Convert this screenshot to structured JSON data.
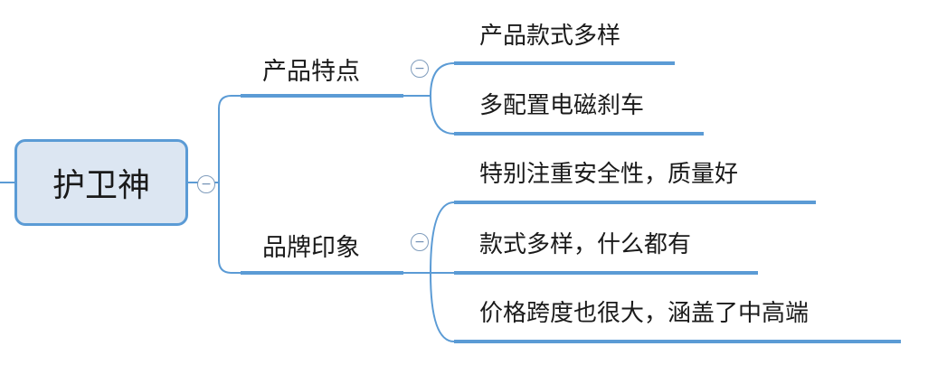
{
  "root": {
    "label": "护卫神"
  },
  "branches": [
    {
      "label": "产品特点",
      "children": [
        "产品款式多样",
        "多配置电磁刹车"
      ]
    },
    {
      "label": "品牌印象",
      "children": [
        "特别注重安全性，质量好",
        "款式多样，什么都有",
        "价格跨度也很大，涵盖了中高端"
      ]
    }
  ],
  "collapse_symbol": "−",
  "colors": {
    "line": "#5b9bd5",
    "connector": "#5b9bd5",
    "root_fill": "#dce6f2"
  }
}
